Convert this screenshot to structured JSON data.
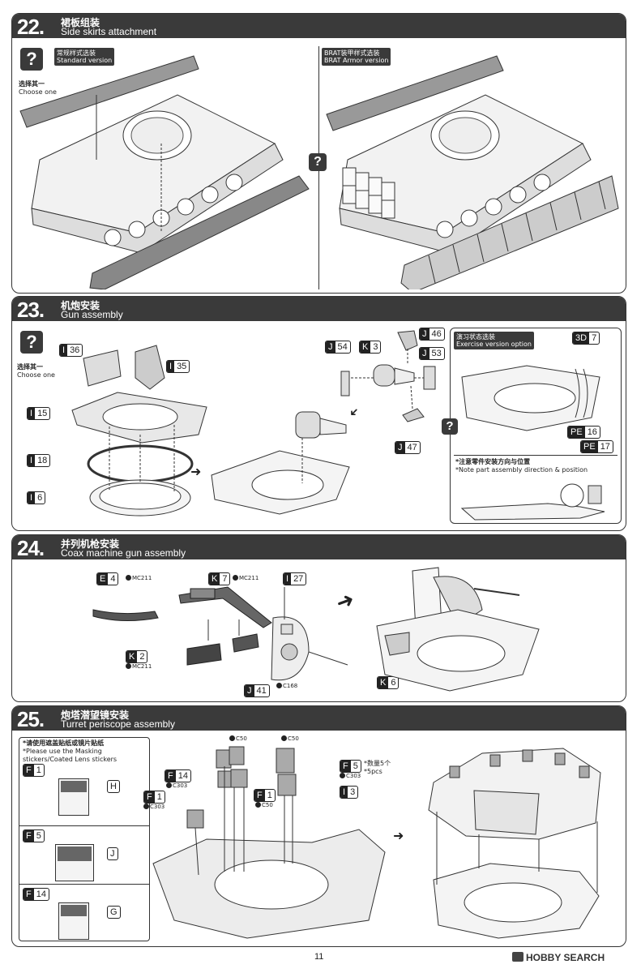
{
  "steps": [
    {
      "number": "22.",
      "title_zh": "裙板组装",
      "title_en": "Side skirts attachment",
      "choose_zh": "选择其一",
      "choose_en": "Choose one",
      "option_a_zh": "常规样式选装",
      "option_a_en": "Standard version",
      "option_b_zh": "BRAT装甲样式选装",
      "option_b_en": "BRAT Armor version"
    },
    {
      "number": "23.",
      "title_zh": "机炮安装",
      "title_en": "Gun assembly",
      "choose_zh": "选择其一",
      "choose_en": "Choose one",
      "parts": [
        {
          "l": "I",
          "n": "36"
        },
        {
          "l": "I",
          "n": "35"
        },
        {
          "l": "I",
          "n": "15"
        },
        {
          "l": "I",
          "n": "18"
        },
        {
          "l": "I",
          "n": "6"
        },
        {
          "l": "J",
          "n": "54"
        },
        {
          "l": "K",
          "n": "3"
        },
        {
          "l": "J",
          "n": "46"
        },
        {
          "l": "J",
          "n": "53"
        },
        {
          "l": "J",
          "n": "47"
        }
      ],
      "option_zh": "演习状态选装",
      "option_en": "Exercise version option",
      "option_parts": [
        {
          "l": "3D",
          "n": "7"
        },
        {
          "l": "PE",
          "n": "16"
        },
        {
          "l": "PE",
          "n": "17"
        }
      ],
      "note_zh": "*注意零件安装方向与位置",
      "note_en": "*Note part assembly direction & position"
    },
    {
      "number": "24.",
      "title_zh": "并列机枪安装",
      "title_en": "Coax machine gun assembly",
      "parts": [
        {
          "l": "E",
          "n": "4",
          "c": "MC211"
        },
        {
          "l": "K",
          "n": "7",
          "c": "MC211"
        },
        {
          "l": "I",
          "n": "27",
          "c": ""
        },
        {
          "l": "K",
          "n": "2",
          "c": "MC211"
        },
        {
          "l": "J",
          "n": "41",
          "c": "C168"
        },
        {
          "l": "K",
          "n": "6",
          "c": ""
        }
      ]
    },
    {
      "number": "25.",
      "title_zh": "炮塔潜望镜安装",
      "title_en": "Turret periscope assembly",
      "mask_zh": "*请使用遮盖贴纸或镜片贴纸",
      "mask_en": "*Please use the Masking stickers/Coated Lens stickers",
      "mask_rows": [
        {
          "l": "F",
          "n": "1",
          "s": "H"
        },
        {
          "l": "F",
          "n": "5",
          "s": "J"
        },
        {
          "l": "F",
          "n": "14",
          "s": "G"
        }
      ],
      "parts": [
        {
          "l": "F",
          "n": "14",
          "c": "C303"
        },
        {
          "l": "F",
          "n": "1",
          "c": "C303"
        },
        {
          "l": "F",
          "n": "1",
          "c": "C50"
        },
        {
          "l": "F",
          "n": "5",
          "c": "C303"
        },
        {
          "l": "I",
          "n": "3",
          "c": ""
        }
      ],
      "top_codes": [
        "C50",
        "C50"
      ],
      "qty_zh": "*数量5个",
      "qty_en": "*5pcs"
    }
  ],
  "footer": {
    "page": "11",
    "logo": "HOBBY SEARCH"
  }
}
